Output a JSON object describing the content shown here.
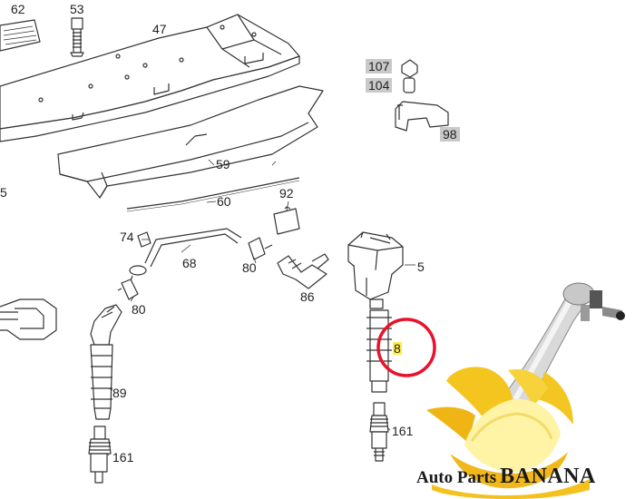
{
  "callouts": {
    "c62": "62",
    "c53": "53",
    "c47": "47",
    "c107": "107",
    "c104": "104",
    "c98": "98",
    "c59": "59",
    "c60": "60",
    "c92": "92",
    "c74": "74",
    "c68": "68",
    "c80a": "80",
    "c80b": "80",
    "c86": "86",
    "c5": "5",
    "c8": "8",
    "c89": "89",
    "c161a": "161",
    "c161b": "161",
    "cedge": "5"
  },
  "brand": {
    "part1": "Auto Parts",
    "part2": "BANANA"
  },
  "colors": {
    "highlight_circle": "#e8122a",
    "label_highlight": "#ffee44",
    "banana": "#f3c623",
    "line": "#333333"
  }
}
